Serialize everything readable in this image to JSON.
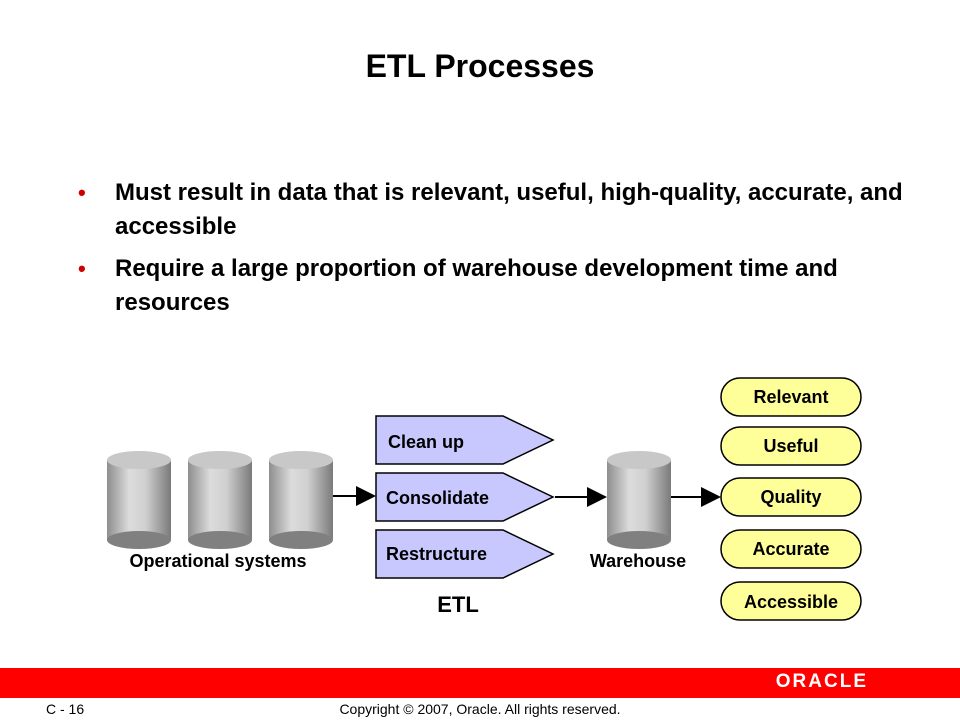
{
  "slide": {
    "title": "ETL Processes",
    "bullets": [
      "Must result in data that is relevant, useful, high-quality, accurate, and accessible",
      "Require a large proportion of warehouse development time and resources"
    ]
  },
  "diagram": {
    "operational_label": "Operational systems",
    "etl_steps": [
      "Clean up",
      "Consolidate",
      "Restructure"
    ],
    "etl_label": "ETL",
    "warehouse_label": "Warehouse",
    "qualities": [
      "Relevant",
      "Useful",
      "Quality",
      "Accurate",
      "Accessible"
    ]
  },
  "footer": {
    "page": "C - 16",
    "copyright": "Copyright © 2007, Oracle. All rights reserved.",
    "logo": "ORACLE"
  },
  "colors": {
    "accent_red": "#ff0000",
    "bullet_red": "#cc0000",
    "step_fill": "#c8c8ff",
    "quality_fill": "#ffff99"
  }
}
